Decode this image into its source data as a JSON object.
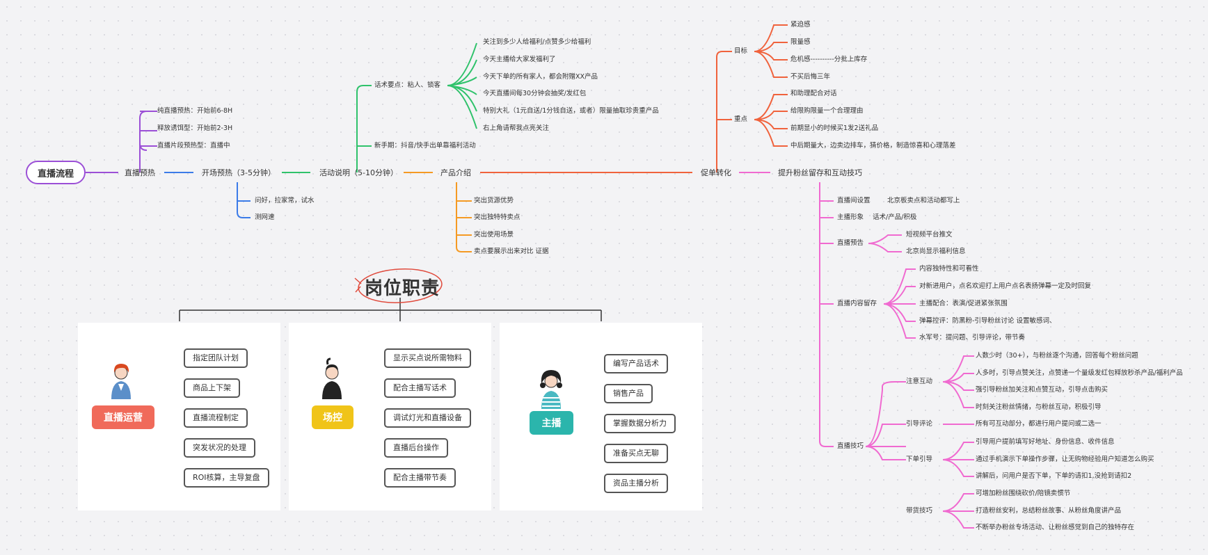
{
  "root": {
    "label": "直播流程"
  },
  "main_chain": {
    "pre_heat": "直播预热",
    "warmup": "开场预热（3-5分钟）",
    "activity": "活动说明（5-10分钟）",
    "product": "产品介绍",
    "conversion": "促单转化",
    "retention": "提升粉丝留存和互动技巧"
  },
  "pre_heat_items": [
    "纯直播预热：开始前6-8H",
    "释放诱饵型：开始前2-3H",
    "直播片段预热型：直播中"
  ],
  "warmup_items": [
    "问好，拉家常，试水",
    "测网速"
  ],
  "activity_branch": {
    "script_points": "话术要点：粘人、锁客",
    "script_items": [
      "关注到多少人给福利/点赞多少给福利",
      "今天主播给大家发福利了",
      "今天下单的所有家人，都会附赠XX产品",
      "今天直播间每30分钟会抽奖/发红包",
      "特别大礼（1元自送/1分钱自送，或者）限量抽取珍贵重产品",
      "右上角请帮我点亮关注"
    ],
    "newbie": "新手期：抖音/快手出单靠福利活动"
  },
  "product_items": [
    "突出货源优势",
    "突出独特特卖点",
    "突出使用场景",
    "卖点要展示出来对比 证据"
  ],
  "conversion_branch": {
    "goal": "目标",
    "goal_items": [
      "紧迫感",
      "限量感",
      "危机感----------分批上库存",
      "不买后悔三年"
    ],
    "focus": "重点",
    "focus_items": [
      "和助理配合对话",
      "给限购限量一个合理理由",
      "前期显小的时候买1发2送礼品",
      "中后期量大，边卖边排车，猜价格，制造惊喜和心理落差"
    ]
  },
  "retention_branch": {
    "room_setup": "直播间设置",
    "room_setup_detail": "北京板卖点和活动都写上",
    "host_image": "主播形象",
    "host_image_detail": "话术/产品/积极",
    "preview": "直播预告",
    "preview_items": [
      "短视频平台推文",
      "北京尚显示福利信息"
    ],
    "content": "直播内容留存",
    "content_items": [
      "内容独特性和可看性",
      "对新进用户，点名欢迎打上用户点名表扬弹幕一定及时回复",
      "主播配合：表演/促进紧张氛围",
      "弹幕控评：防黑粉-引导粉丝讨论 设置敏感词、",
      "水军号：提问题、引导评论，带节奏"
    ],
    "skills": "直播技巧",
    "attention": "注意互动",
    "attention_items": [
      "人数少时（30+），与粉丝逐个沟通，回答每个粉丝问题",
      "人多时，引导点赞关注，点赞递一个量级发红包释放秒杀产品/福利产品",
      "强引导粉丝加关注和点赞互动，引导点击购买",
      "时刻关注粉丝情绪，与粉丝互动，积极引导"
    ],
    "guide_comment": "引导评论",
    "guide_comment_detail": "所有可互动部分，都进行用户提问或二选一",
    "order_guide": "下单引导",
    "order_items": [
      "引导用户提前填写好地址、身份信息、收件信息",
      "通过手机演示下单操作步骤，让无购物经验用户知道怎么购买",
      "讲解后，问用户是否下单，下单的请扣1,没抢到请扣2"
    ],
    "selling": "带货技巧",
    "selling_items": [
      "可增加粉丝围绕砍价/陪镜卖惯节",
      "打造粉丝安利，总结粉丝故事、从粉丝角度讲产品",
      "不断举办粉丝专场活动、让粉丝感觉到自己的独特存在"
    ]
  },
  "duty": {
    "title": "岗位职责",
    "cards": [
      {
        "role": "直播运营",
        "color": "#f06a5a",
        "items": [
          "指定团队计划",
          "商品上下架",
          "直播流程制定",
          "突发状况的处理",
          "ROI核算，主导复盘"
        ]
      },
      {
        "role": "场控",
        "color": "#f0c419",
        "items": [
          "显示买点说所需物料",
          "配合主播写话术",
          "调试灯光和直播设备",
          "直播后台操作",
          "配合主播带节奏"
        ]
      },
      {
        "role": "主播",
        "color": "#2bb5ac",
        "items": [
          "编写产品话术",
          "销售产品",
          "掌握数据分析力",
          "准备买点无聊",
          "资品主播分析"
        ]
      }
    ]
  },
  "colors": {
    "purple": "#9b4fd6",
    "blue": "#3b7be8",
    "green": "#2fc26b",
    "orange": "#f59a23",
    "red": "#f0623c",
    "pink": "#f06ad0"
  }
}
